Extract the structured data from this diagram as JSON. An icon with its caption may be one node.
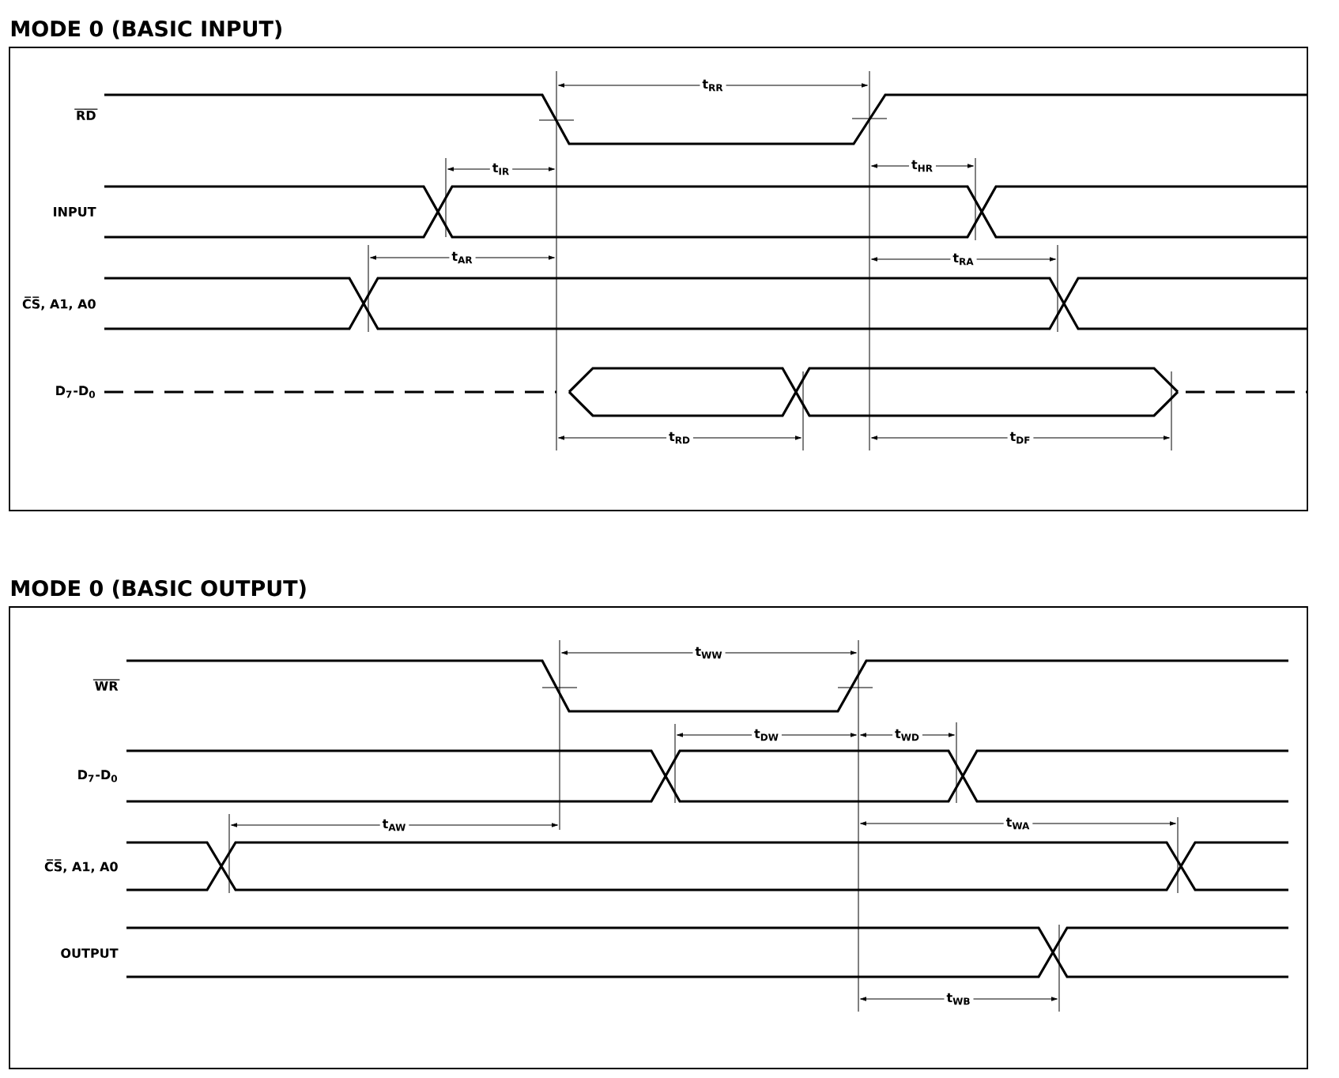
{
  "diagram": {
    "nodes": [
      {
        "text": [
          "MODE 0 (BASIC INPUT)"
        ]
      },
      {
        "text": [
          "MODE 0 (BASIC OUTPUT)"
        ]
      }
    ],
    "labels": [
      "t$_{RR}$",
      "RD",
      "t$_{IR}$",
      "t$_{HR}$",
      "INPUT",
      "t$_{AR}$",
      "t$_{RA}$",
      "C̅S̅, A1, A0",
      "D$_{7}$-D$_{0}$",
      "t$_{RD}$",
      "t$_{DF}$",
      "t$_{WW}$",
      "WR",
      "t$_{DW}$",
      "t$_{WD}$",
      "D$_{7}$-D$_{0}$",
      "t$_{AW}$",
      "t$_{WA}$",
      "C̅S̅, A1, A0",
      "OUTPUT",
      "t$_{WB}$"
    ]
  }
}
